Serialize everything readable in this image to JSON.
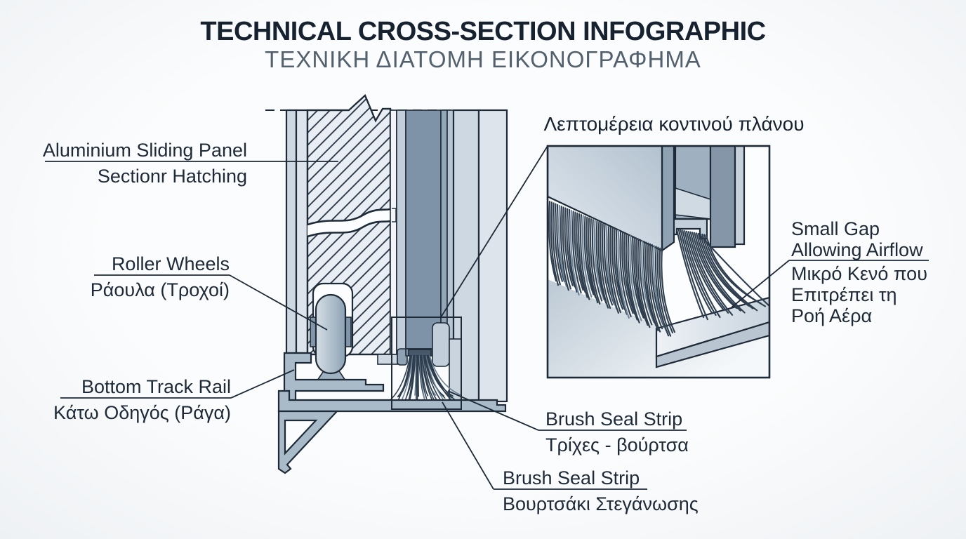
{
  "title": {
    "main": "TECHNICAL CROSS-SECTION INFOGRAPHIC",
    "sub": "ΤΕΧΝΙΚΗ ΔΙΑΤΟΜΗ ΕΙΚΟΝΟΓΡΑΦΗΜΑ"
  },
  "detail": {
    "heading": "Λεπτομέρεια κοντινού πλάνου"
  },
  "labels": {
    "aluminium_panel": {
      "line1": "Aluminium Sliding Panel",
      "line2": "Sectionr Hatching"
    },
    "roller_wheels": {
      "line1": "Roller Wheels",
      "line2": "Ράουλα (Τροχοί)"
    },
    "bottom_track": {
      "line1": "Bottom Track Rail",
      "line2": "Κάτω Οδηγός (Ράγα)"
    },
    "brush_seal_hairs": {
      "line1": "Brush Seal Strip",
      "line2": "Τρίχες - βούρτσα"
    },
    "brush_seal_strip": {
      "line1": "Brush Seal Strip",
      "line2": "Βουρτσάκι Στεγάνωσης"
    },
    "small_gap": {
      "line1": "Small Gap",
      "line2": "Allowing Airflow",
      "line3": "Μικρό Κενό που",
      "line4": "Επιτρέπει τη",
      "line5": "Ροή Αέρα"
    }
  },
  "palette": {
    "ink": "#1e2a37",
    "title": "#16222f",
    "subtitle": "#53616e",
    "white": "#fbfdfe",
    "hatch_fill": "#e9eef4",
    "band_lightest": "#dde4eb",
    "band_light": "#cdd8e2",
    "band_medium": "#9fb2c2",
    "band_dark": "#7e93a7",
    "metal": "#a9bac9",
    "clamp": "#46586a",
    "wheel_light": "#d6dee6",
    "wheel_dark": "#8da2b4",
    "bristle_dark": "#2e3e4e",
    "bristle_light": "#6e8396",
    "panel_light": "#e3e9ef",
    "panel_dark": "#b3c2d0"
  }
}
